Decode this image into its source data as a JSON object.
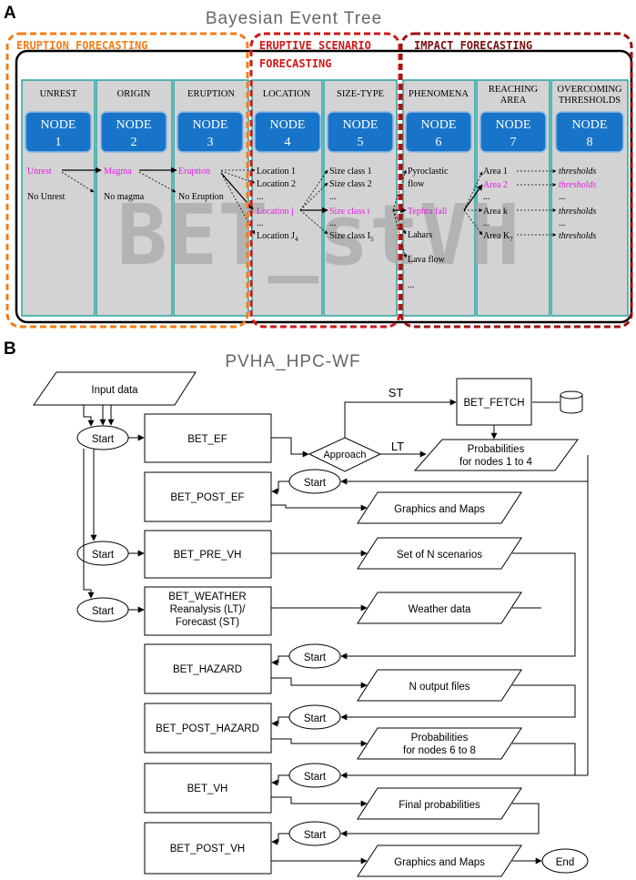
{
  "panel_a": {
    "letter": "A",
    "title": "Bayesian Event Tree",
    "watermark": "BET_stVH",
    "groups": {
      "eruption_forecasting": "ERUPTION FORECASTING",
      "eruptive_scenario_line1": "ERUPTIVE SCENARIO",
      "eruptive_scenario_line2": "FORECASTING",
      "impact_forecasting": "IMPACT FORECASTING"
    },
    "columns": [
      {
        "header1": "UNREST",
        "header2": "",
        "node_label": "NODE",
        "node_num": "1"
      },
      {
        "header1": "ORIGIN",
        "header2": "",
        "node_label": "NODE",
        "node_num": "2"
      },
      {
        "header1": "ERUPTION",
        "header2": "",
        "node_label": "NODE",
        "node_num": "3"
      },
      {
        "header1": "LOCATION",
        "header2": "",
        "node_label": "NODE",
        "node_num": "4"
      },
      {
        "header1": "SIZE-TYPE",
        "header2": "",
        "node_label": "NODE",
        "node_num": "5"
      },
      {
        "header1": "PHENOMENA",
        "header2": "",
        "node_label": "NODE",
        "node_num": "6"
      },
      {
        "header1": "REACHING",
        "header2": "AREA",
        "node_label": "NODE",
        "node_num": "7"
      },
      {
        "header1": "OVERCOMING",
        "header2": "THRESHOLDS",
        "node_label": "NODE",
        "node_num": "8"
      }
    ],
    "tree": {
      "unrest": "Unrest",
      "no_unrest": "No Unrest",
      "magma": "Magma",
      "no_magma": "No magma",
      "eruption": "Eruption",
      "no_eruption": "No Eruption",
      "location_1": "Location 1",
      "location_2": "Location 2",
      "location_dots1": "...",
      "location_j": "Location j",
      "location_dots2": "...",
      "location_jn": "Location J",
      "location_jn_sub": "4",
      "size_1": "Size class 1",
      "size_2": "Size class 2",
      "size_dots1": "...",
      "size_i": "Size class i",
      "size_dots2": "...",
      "size_in": "Size class I",
      "size_in_sub": "5",
      "phen_pyro1": "Pyroclastic",
      "phen_pyro2": "flow",
      "phen_tephra": "Tephra fall",
      "phen_lahars": "Lahars",
      "phen_lava": "Lava flow",
      "phen_dots": "...",
      "area_1": "Area 1",
      "area_2": "Area 2",
      "area_dots1": "...",
      "area_k": "Area k",
      "area_dots2": "...",
      "area_kn": "Area K",
      "area_kn_sub": "7",
      "thr_1": "thresholds",
      "thr_2": "thresholds",
      "thr_dots1": "...",
      "thr_k": "thresholds",
      "thr_dots2": "...",
      "thr_kn": "thresholds"
    },
    "colors": {
      "node_blue": "#1874c8",
      "magenta": "#e81ce8",
      "orange_dash": "#f07f1a",
      "red_dash": "#d01818",
      "darkred_dash": "#a01010",
      "column_fill": "#d3d3d3",
      "column_border": "#2aa3a3"
    }
  },
  "panel_b": {
    "letter": "B",
    "title": "PVHA_HPC-WF",
    "input_data": "Input data",
    "start": "Start",
    "end": "End",
    "approach": "Approach",
    "st_label": "ST",
    "lt_label": "LT",
    "bet_ef": "BET_EF",
    "bet_fetch": "BET_FETCH",
    "bet_post_ef": "BET_POST_EF",
    "bet_pre_vh": "BET_PRE_VH",
    "bet_weather_1": "BET_WEATHER",
    "bet_weather_2": "Reanalysis (LT)/",
    "bet_weather_3": "Forecast (ST)",
    "bet_hazard": "BET_HAZARD",
    "bet_post_hazard": "BET_POST_HAZARD",
    "bet_vh": "BET_VH",
    "bet_post_vh": "BET_POST_VH",
    "prob_1_4_a": "Probabilities",
    "prob_1_4_b": "for nodes 1 to 4",
    "graphics_maps": "Graphics and Maps",
    "set_n_scenarios": "Set of N scenarios",
    "weather_data": "Weather data",
    "n_output_files": "N output files",
    "prob_6_8_a": "Probabilities",
    "prob_6_8_b": "for nodes 6 to 8",
    "final_probabilities": "Final probabilities",
    "graphics_maps_2": "Graphics and Maps"
  }
}
